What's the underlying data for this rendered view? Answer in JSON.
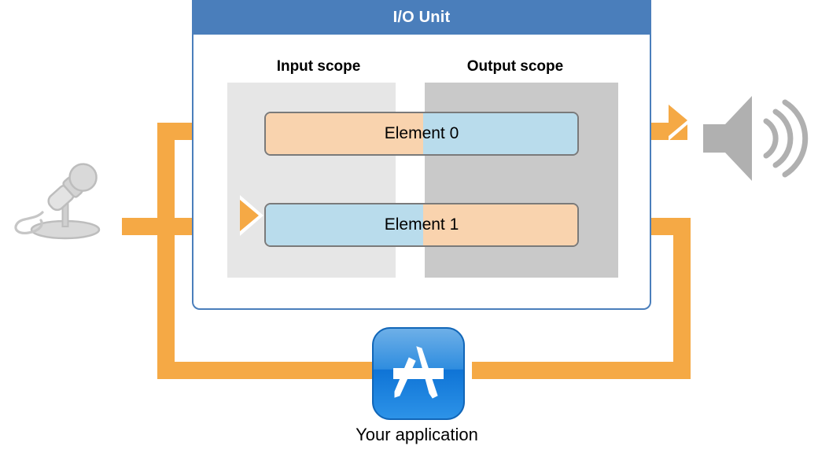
{
  "diagram": {
    "title": "I/O Unit audio routing diagram",
    "iounit": {
      "header_label": "I/O Unit",
      "header_color": "#4a7ebb",
      "border_color": "#4a7ebb"
    },
    "scopes": [
      {
        "name": "input",
        "label": "Input scope",
        "panel_color": "#e6e6e6"
      },
      {
        "name": "output",
        "label": "Output scope",
        "panel_color": "#c9c9c9"
      }
    ],
    "elements": [
      {
        "label": "Element 0",
        "left_half_color": "#f9d3ae",
        "right_half_color": "#b9dcec",
        "left_half_scope": "input",
        "right_half_scope": "output"
      },
      {
        "label": "Element 1",
        "left_half_color": "#b9dcec",
        "right_half_color": "#f9d3ae",
        "left_half_scope": "input",
        "right_half_scope": "output"
      }
    ],
    "devices": [
      {
        "name": "microphone",
        "icon": "microphone-icon",
        "color": "#c8c8c8"
      },
      {
        "name": "speaker",
        "icon": "speaker-icon",
        "color": "#b0b0b0"
      }
    ],
    "application": {
      "label": "Your application",
      "icon": "app-store-icon",
      "icon_color": "#1a7fe0"
    },
    "signal_path_color": "#f5a945",
    "connections": [
      {
        "from": "microphone",
        "to": "Element 1 input scope"
      },
      {
        "from": "Element 0 output scope",
        "to": "speaker"
      },
      {
        "from": "Element 1 output scope",
        "to": "Your application"
      },
      {
        "from": "Your application",
        "to": "Element 0 input scope"
      }
    ]
  }
}
